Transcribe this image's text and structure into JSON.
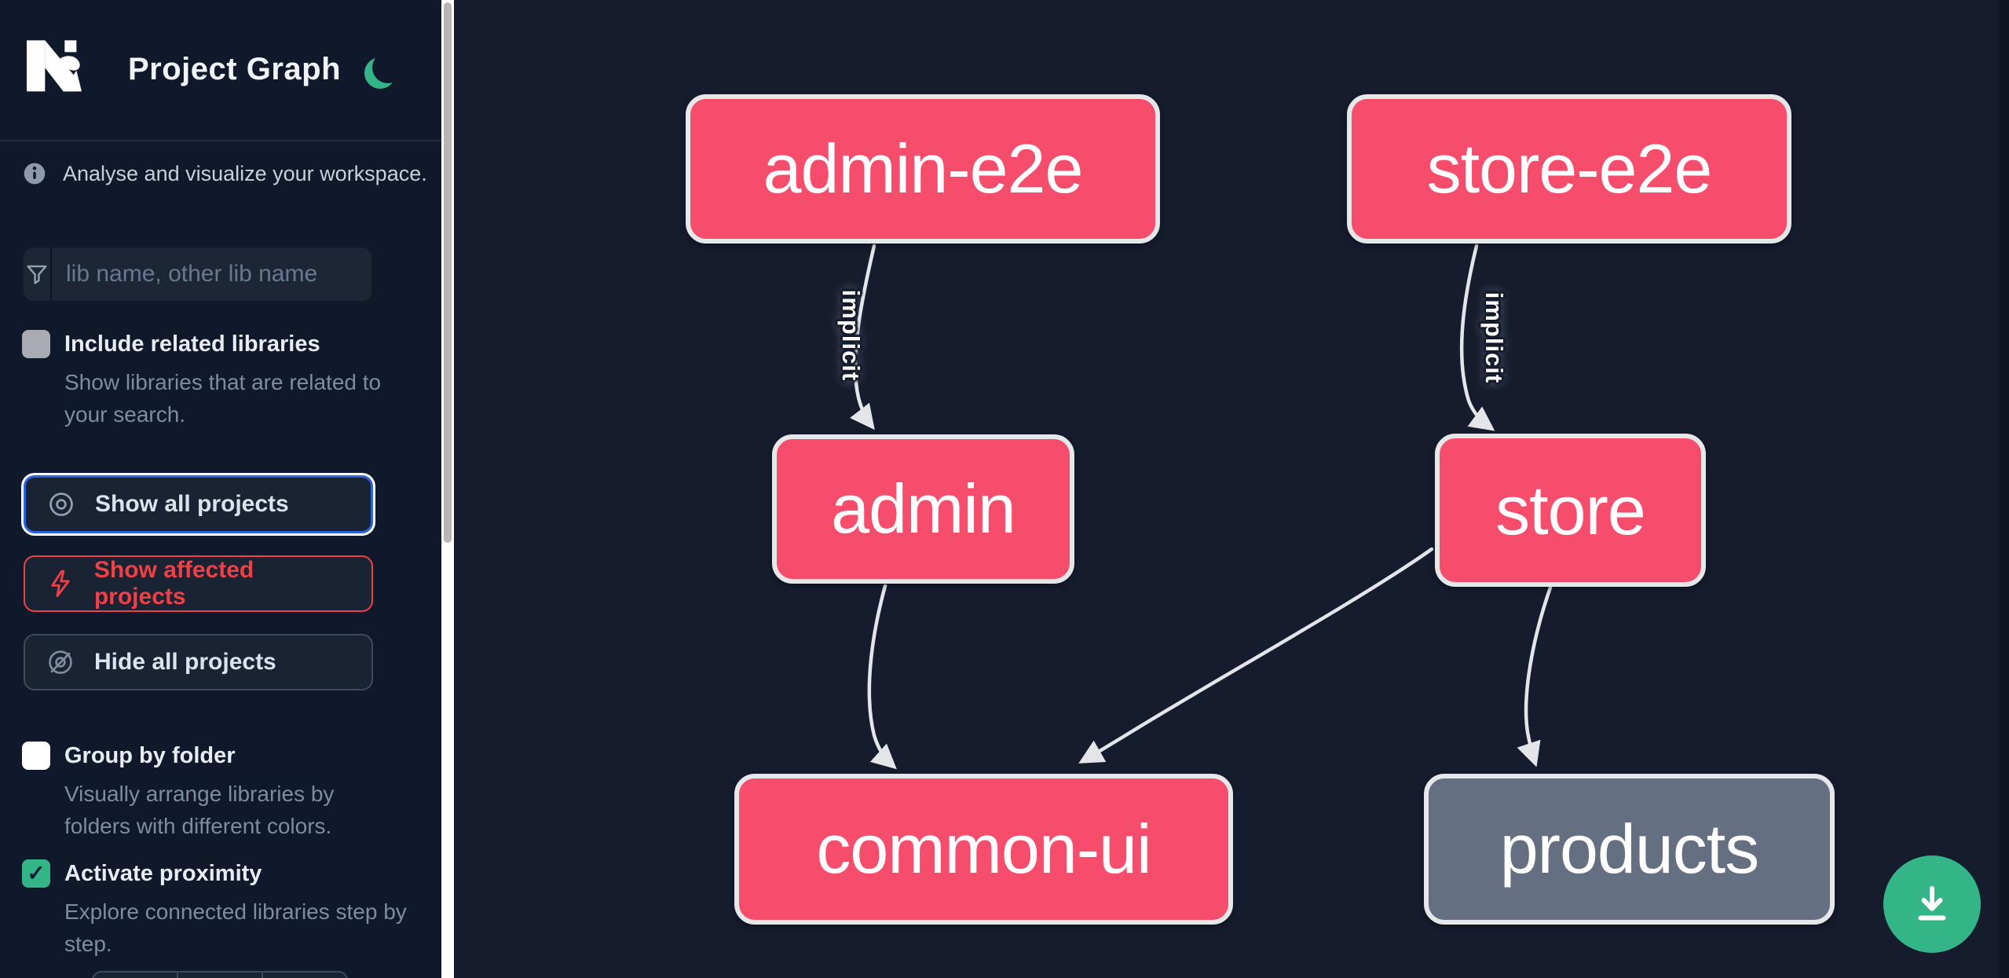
{
  "colors": {
    "bg-graph": "#151c2e",
    "bg-sidebar": "#10182b",
    "node-pink": "#f64d6c",
    "node-gray": "#646f81",
    "node-border": "#e6e7e9",
    "edge": "#e3e5e8",
    "accent-green": "#34b588",
    "accent-blue": "#2b63dd",
    "accent-red": "#ee4045",
    "text-secondary": "#7d8ca2",
    "button-bg": "#1a2334",
    "input-bg": "#1d2637",
    "scroll-track": "#ffffff",
    "scroll-thumb": "#b5b5b5"
  },
  "icons": {
    "check": "✓"
  },
  "header": {
    "title": "Project Graph"
  },
  "sidebar": {
    "tagline": "Analyse and visualize your workspace.",
    "search": {
      "placeholder": "lib name, other lib name"
    },
    "options": [
      {
        "label": "Include related libraries",
        "description": "Show libraries that are related to your search.",
        "checked": false
      },
      {
        "label": "Group by folder",
        "description": "Visually arrange libraries by folders with different colors.",
        "checked": false
      },
      {
        "label": "Activate proximity",
        "description": "Explore connected libraries step by step.",
        "checked": true
      }
    ],
    "actions": [
      {
        "label": "Show all projects"
      },
      {
        "label": "Show affected projects"
      },
      {
        "label": "Hide all projects"
      }
    ]
  },
  "graph": {
    "nodes": [
      {
        "id": "admin-e2e",
        "label": "admin-e2e",
        "type": "focused"
      },
      {
        "id": "store-e2e",
        "label": "store-e2e",
        "type": "focused"
      },
      {
        "id": "admin",
        "label": "admin",
        "type": "focused"
      },
      {
        "id": "store",
        "label": "store",
        "type": "focused"
      },
      {
        "id": "common-ui",
        "label": "common-ui",
        "type": "focused"
      },
      {
        "id": "products",
        "label": "products",
        "type": "unfocused"
      }
    ],
    "edges": [
      {
        "from": "admin-e2e",
        "to": "admin",
        "label": "implicit"
      },
      {
        "from": "store-e2e",
        "to": "store",
        "label": "implicit"
      },
      {
        "from": "admin",
        "to": "common-ui",
        "label": ""
      },
      {
        "from": "store",
        "to": "common-ui",
        "label": ""
      },
      {
        "from": "store",
        "to": "products",
        "label": ""
      }
    ]
  }
}
